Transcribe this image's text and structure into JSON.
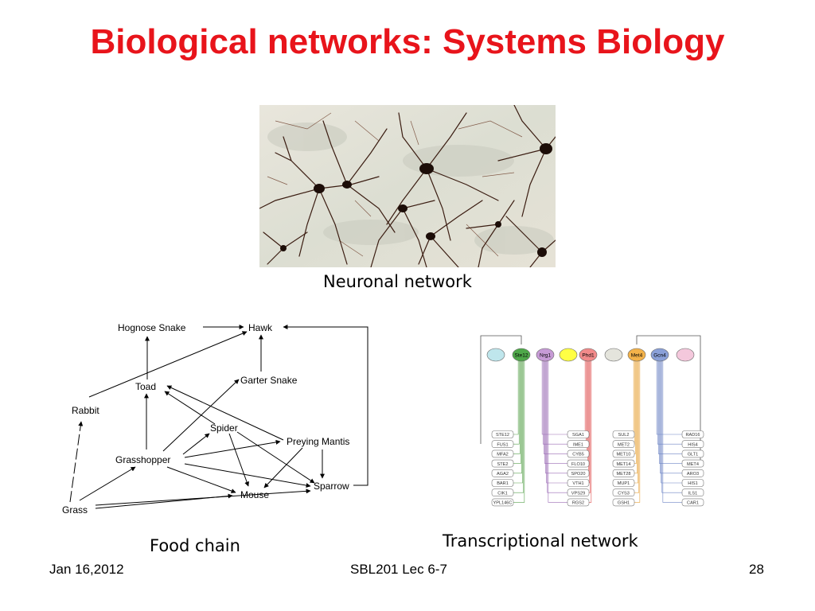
{
  "slide": {
    "title": "Biological networks: Systems Biology"
  },
  "neuronal": {
    "caption": "Neuronal network"
  },
  "food_chain": {
    "caption": "Food chain",
    "nodes": {
      "hognose_snake": "Hognose Snake",
      "hawk": "Hawk",
      "toad": "Toad",
      "garter_snake": "Garter Snake",
      "rabbit": "Rabbit",
      "spider": "Spider",
      "preying_mantis": "Preying Mantis",
      "grasshopper": "Grasshopper",
      "sparrow": "Sparrow",
      "mouse": "Mouse",
      "grass": "Grass"
    }
  },
  "transcriptional": {
    "caption": "Transcriptional network",
    "regulators": [
      "",
      "Ste12",
      "Nrg1",
      "",
      "Phd1",
      "",
      "Met4",
      "Gcn4",
      ""
    ],
    "regulator_colors": [
      "#bfe6ec",
      "#4fa84a",
      "#c79bd6",
      "#ffff44",
      "#f28a8a",
      "#e4e4dc",
      "#f3b24a",
      "#8aa0d8",
      "#f4c8dc"
    ],
    "line_colors": {
      "ste12": "#5aa34f",
      "nrg1": "#9b6bb5",
      "phd1": "#e05050",
      "met4": "#e8a33a",
      "gcn4": "#6f86c6"
    },
    "targets": [
      [
        "STE12",
        "FUS1",
        "MFA2",
        "STE2",
        "AGA2",
        "BAR1",
        "CIK1",
        "YPL146C"
      ],
      [
        "SGA1",
        "IME1",
        "CYB5",
        "FLO10",
        "SPO20",
        "VTH1",
        "VPS29",
        "RGS2"
      ],
      [
        "SUL2",
        "MET2",
        "MET10",
        "MET14",
        "MET28",
        "MUP1",
        "CYS3",
        "GSH1"
      ],
      [
        "RAD16",
        "HIS4",
        "GLT1",
        "MET4",
        "ARO3",
        "HIS1",
        "ILS1",
        "CAR1"
      ]
    ]
  },
  "footer": {
    "date": "Jan 16,2012",
    "course": "SBL201 Lec 6-7",
    "page": "28"
  }
}
